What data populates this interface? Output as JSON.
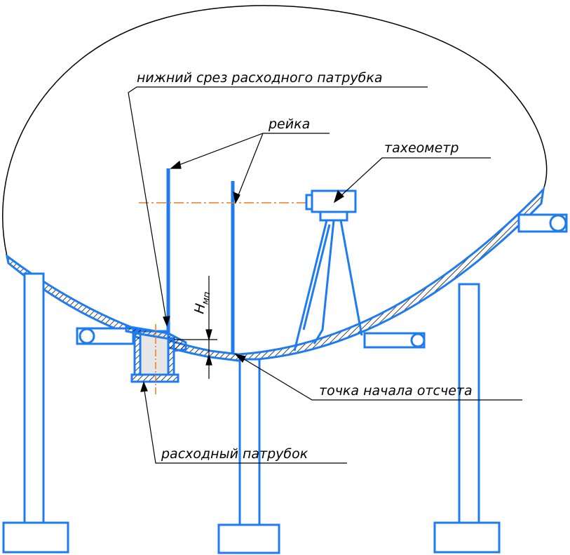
{
  "labels": {
    "outlet_cut": "нижний срез расходного патрубка",
    "staff": "рейка",
    "tacheometer": "тахеометр",
    "origin_point": "точка начала отсчета",
    "outlet_pipe": "расходный патрубок",
    "height_symbol": "H",
    "height_subscript": "мп"
  },
  "colors": {
    "structure": "#1e7bf0",
    "leader": "#000000",
    "axis": "#f07c1e",
    "pipe_fill": "#e6e6e6"
  }
}
